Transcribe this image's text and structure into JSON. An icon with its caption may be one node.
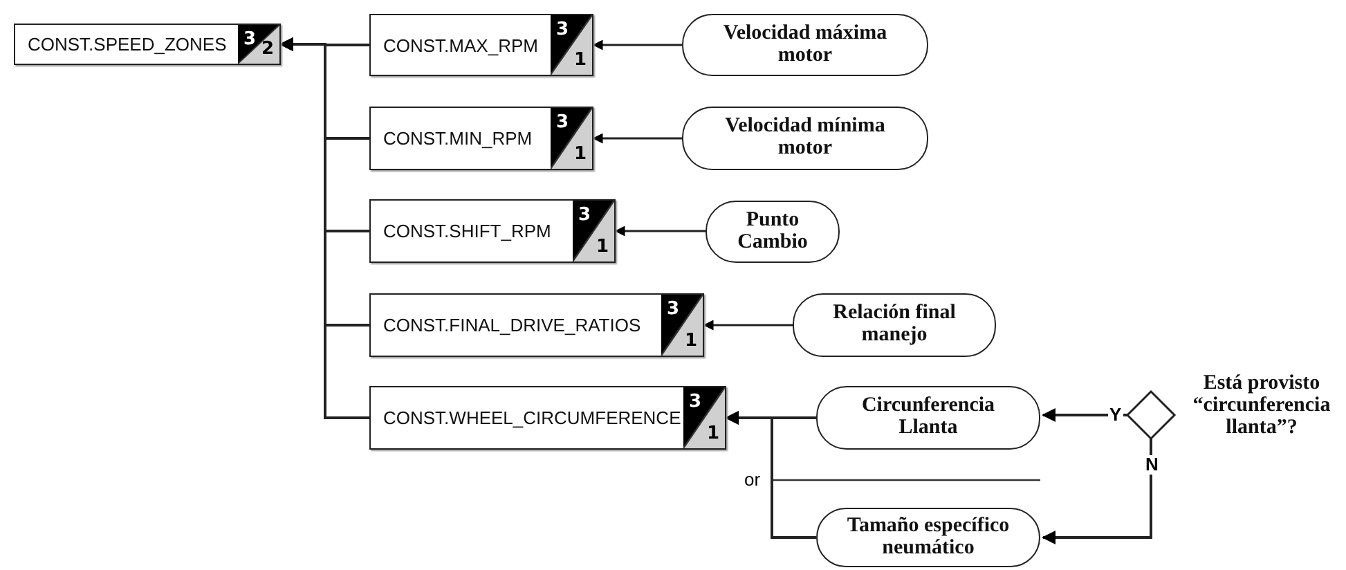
{
  "diagram": {
    "nodes": [
      {
        "text": [
          "CONST.SPEED_ZONES",
          "3",
          "2"
        ]
      },
      {
        "text": [
          "CONST.MAX_RPM",
          "3",
          "1"
        ]
      },
      {
        "text": [
          "CONST.MIN_RPM",
          "3",
          "1"
        ]
      },
      {
        "text": [
          "CONST.SHIFT_RPM",
          "3",
          "1"
        ]
      },
      {
        "text": [
          "CONST.FINAL_DRIVE_RATIOS",
          "3",
          "1"
        ]
      },
      {
        "text": [
          "CONST.WHEEL_CIRCUMFERENCE",
          "3",
          "1"
        ]
      },
      {
        "text": [
          "Velocidad máxima motor"
        ]
      },
      {
        "text": [
          "Velocidad mínima motor"
        ]
      },
      {
        "text": [
          "Punto Cambio"
        ]
      },
      {
        "text": [
          "Relación final manejo"
        ]
      },
      {
        "text": [
          "Circunferencia Llanta"
        ]
      },
      {
        "text": [
          "Tamaño específico neumático"
        ]
      },
      {
        "text": [],
        "shape": "diamond",
        "beside": [
          "Está provisto “circunferencia llanta”?"
        ]
      }
    ],
    "edges": [
      {
        "from": 1,
        "to": 0,
        "arrow": "to"
      },
      {
        "from": 2,
        "to": 0,
        "arrow": "to"
      },
      {
        "from": 3,
        "to": 0,
        "arrow": "to"
      },
      {
        "from": 4,
        "to": 0,
        "arrow": "to"
      },
      {
        "from": 5,
        "to": 0,
        "arrow": "to"
      },
      {
        "from": 6,
        "to": 1,
        "arrow": "to"
      },
      {
        "from": 7,
        "to": 2,
        "arrow": "to"
      },
      {
        "from": 8,
        "to": 3,
        "arrow": "to"
      },
      {
        "from": 9,
        "to": 4,
        "arrow": "to"
      },
      {
        "from": 10,
        "to": 5,
        "arrow": "to"
      },
      {
        "from": 11,
        "to": 5,
        "arrow": "to"
      },
      {
        "from": 12,
        "to": 10,
        "arrow": "to",
        "label": "Y"
      },
      {
        "from": 12,
        "to": 11,
        "arrow": "to",
        "label": "N"
      }
    ],
    "labels": [
      "or"
    ]
  }
}
